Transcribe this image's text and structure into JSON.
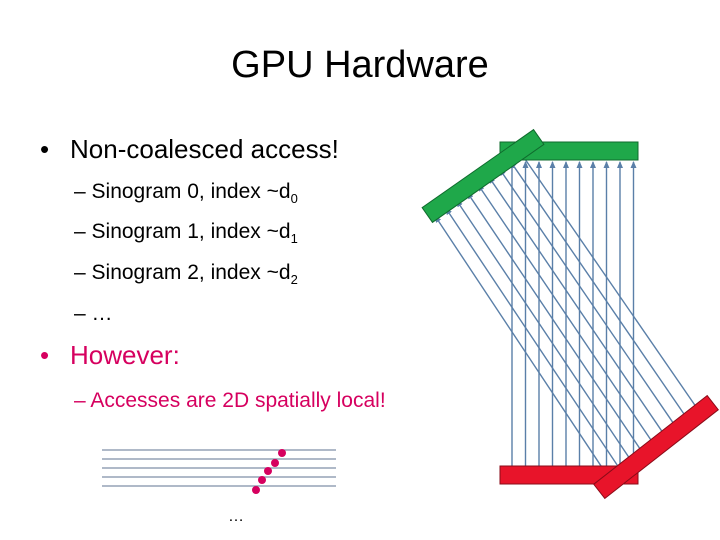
{
  "title": "GPU Hardware",
  "bullets": [
    {
      "text": "Non-coalesced access!",
      "color": "#000000",
      "subitems": [
        {
          "text": "Sinogram 0, index ~d",
          "subscript": "0"
        },
        {
          "text": "Sinogram 1, index ~d",
          "subscript": "1"
        },
        {
          "text": "Sinogram 2, index ~d",
          "subscript": "2"
        },
        {
          "text": "…",
          "subscript": ""
        }
      ]
    },
    {
      "text": "However:",
      "color": "#d6005f",
      "subitems": [
        {
          "text": "Accesses are 2D spatially local!",
          "subscript": ""
        }
      ]
    }
  ],
  "bullet_glyph": "•",
  "dash_glyph": "–",
  "ellipsis": "…",
  "colors": {
    "detector_top": "#1fa84a",
    "detector_bottom": "#e8142a",
    "rays": "#5a7fa8",
    "dots": "#d6005f",
    "grid_lines": "#7f8fa6"
  }
}
